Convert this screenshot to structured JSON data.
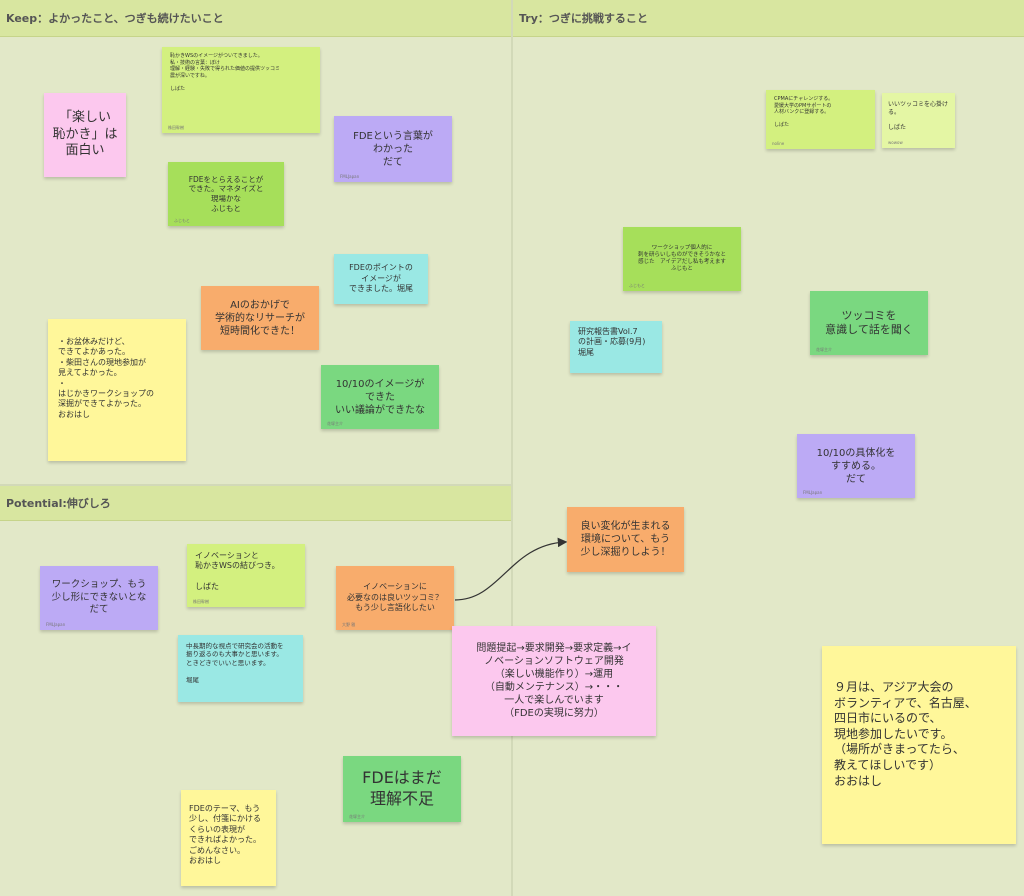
{
  "sections": {
    "keep": "Keep：よかったこと、つぎも続けたいこと",
    "try": "Try：つぎに挑戦すること",
    "potential": "Potential:伸びしろ"
  },
  "notes": {
    "n1": {
      "text": "恥かきWSのイメージがついてきました。\n私・技術の言葉：ぼけ\n理解・経験・失敗で得られた価値の提供ツッコミ\n農が深いですね。\n\nしばた",
      "sig": "株田幹樹"
    },
    "n2": {
      "text": "「楽しい\n恥かき」は\n面白い"
    },
    "n3": {
      "text": "FDEという言葉が\nわかった\nだて",
      "sig": "FMLJapan"
    },
    "n4": {
      "text": "FDEをとらえることが\nできた。マネタイズと\n現場かな\nふじもと",
      "sig": "ふじもと"
    },
    "n5": {
      "text": "FDEのポイントの\nイメージが\nできました。堀尾"
    },
    "n6": {
      "text": "AIのおかげで\n学術的なリサーチが\n短時間化できた！"
    },
    "n7": {
      "text": "・お盆休みだけど、\nできてよかあった。\n・柴田さんの現地参加が\n見えてよかった。\n・\nはじかきワークショップの\n深掘ができてよかった。\nおおはし"
    },
    "n8": {
      "text": "10/10のイメージが\nできた\nいい議論ができたな",
      "sig": "花塚主介"
    },
    "n9": {
      "text": "CPMAにチャレンジする。\n愛媛大学のPMサポートの\n人材バンクに登録する。\n\nしばた",
      "sig": "noline"
    },
    "n10": {
      "text": "いいツッコミを心掛ける。\n\nしばた",
      "sig": "wowow"
    },
    "n11": {
      "text": "ワークショップ個人的に\n刺を研らいしものができそうかなと\n感じた　アイデアだし私も考えます\nふじもと",
      "sig": "ふじもと"
    },
    "n12": {
      "text": "ツッコミを\n意識して話を聞く",
      "sig": "花塚主介"
    },
    "n13": {
      "text": "研究報告書Vol.7\nの計画・応募(9月)\n堀尾"
    },
    "n14": {
      "text": "10/10の具体化を\nすすめる。\nだて",
      "sig": "FMLJapan"
    },
    "n15": {
      "text": "良い変化が生まれる\n環境について、もう\n少し深掘りしよう！"
    },
    "n16": {
      "text": "ワークショップ、もう\n少し形にできないとな\nだて",
      "sig": "FMLJapan"
    },
    "n17": {
      "text": "イノベーションと\n恥かきWSの結びつき。\n\nしばた",
      "sig": "株田幹樹"
    },
    "n18": {
      "text": "イノベーションに\n必要なのは良いツッコミ？\nもう少し言語化したい",
      "sig": "大野 雅"
    },
    "n19": {
      "text": "中長期的な視点で研究会の活動を\n振り返るのも大事かと思います。\nときどきでいいと思います。\n\n堀尾"
    },
    "n20": {
      "text": "問題提起→要求開発→要求定義→イ\nノベーションソフトウェア開発\n（楽しい機能作り）→運用\n（自動メンテナンス）→・・・\n一人で楽しんでいます\n（FDEの実現に努力）"
    },
    "n21": {
      "text": "FDEはまだ\n理解不足",
      "sig": "花塚主介"
    },
    "n22": {
      "text": "FDEのテーマ、もう\n少し、付箋にかける\nくらいの表現が\nできればよかった。\nごめんなさい。\nおおはし"
    },
    "n23": {
      "text": "９月は、アジア大会の\nボランティアで、名古屋、\n四日市にいるので、\n現地参加したいです。\n（場所がきまってたら、\n教えてほしいです）\nおおはし"
    }
  }
}
